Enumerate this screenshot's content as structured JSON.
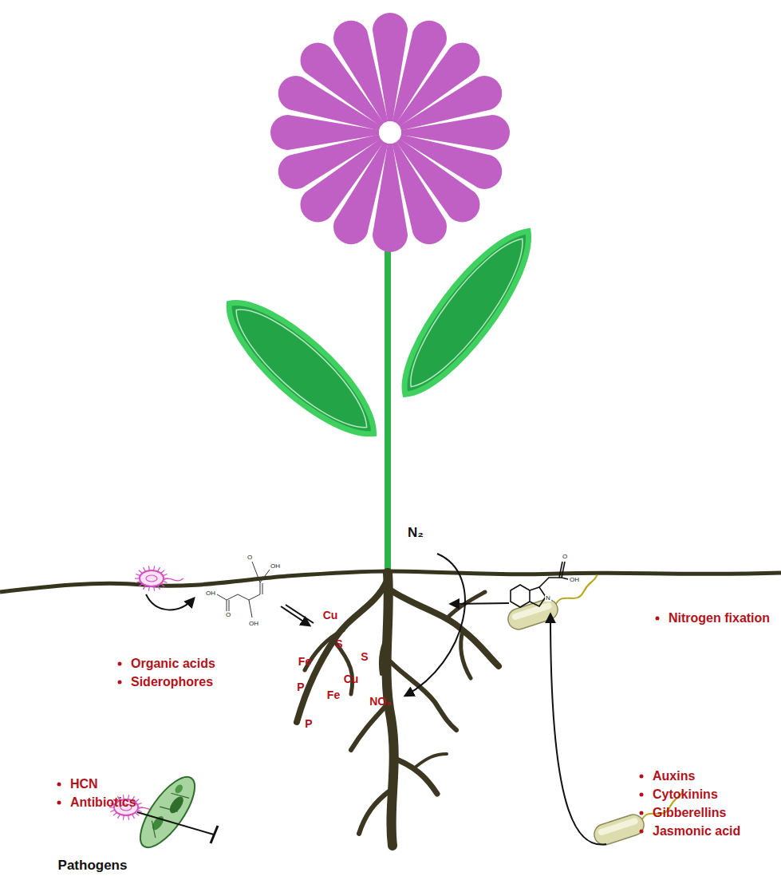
{
  "diagram": {
    "labels": [
      "N₂",
      "Nitrogen fixation",
      "NO₃",
      "Cu",
      "S",
      "S",
      "Fe",
      "Cu",
      "P",
      "Fe",
      "P",
      "Organic acids",
      "Siderophores",
      "HCN",
      "Antibiotics",
      "Pathogens",
      "Auxins",
      "Cytokinins",
      "Gibberellins",
      "Jasmonic acid",
      "OH",
      "O",
      "O",
      "OH",
      "OH",
      "O",
      "OH",
      "N"
    ]
  }
}
